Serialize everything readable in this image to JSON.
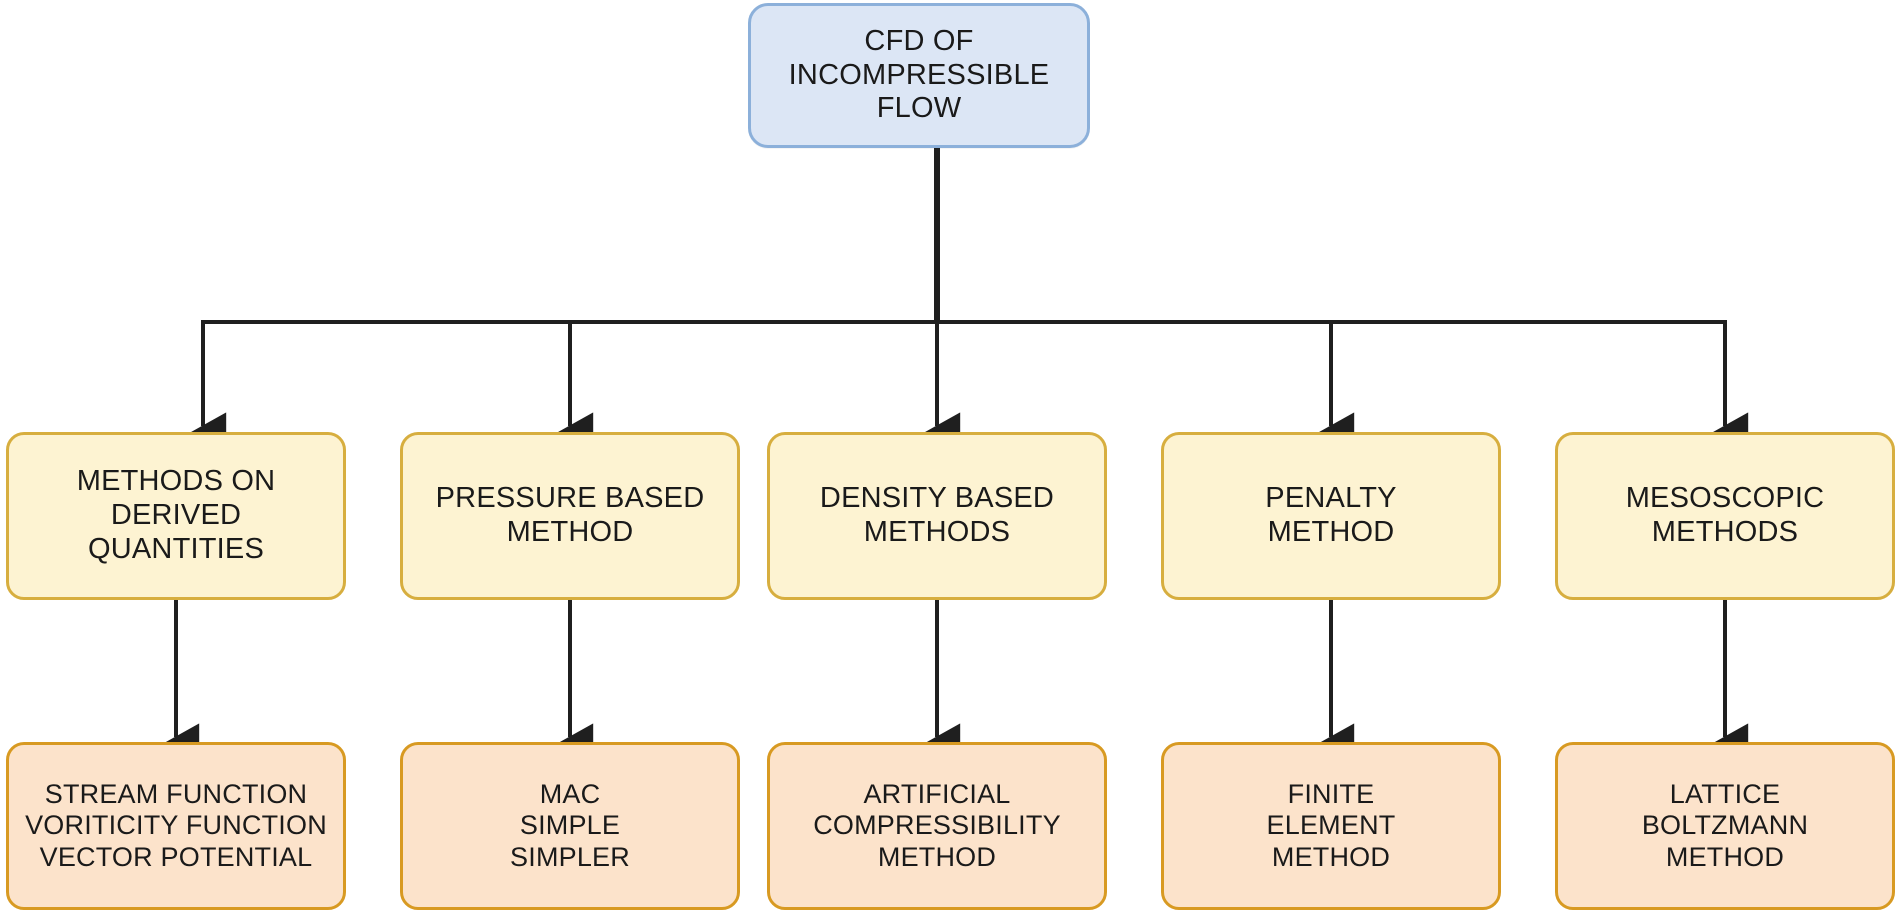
{
  "diagram": {
    "title": "CFD of Incompressible Flow methods taxonomy",
    "colors": {
      "root_fill": "#dce6f5",
      "root_border": "#8cb0da",
      "level1_fill": "#fdf3d2",
      "level1_border": "#d7ae3f",
      "level2_fill": "#fce3cb",
      "level2_border": "#d89a22",
      "connector": "#1f1f1f",
      "background": "#ffffff"
    },
    "root": {
      "label": "CFD OF\nINCOMPRESSIBLE\nFLOW"
    },
    "branches": [
      {
        "category": "METHODS ON\nDERIVED\nQUANTITIES",
        "detail": "STREAM FUNCTION\nVORITICITY FUNCTION\nVECTOR POTENTIAL"
      },
      {
        "category": "PRESSURE BASED\nMETHOD",
        "detail": "MAC\nSIMPLE\nSIMPLER"
      },
      {
        "category": "DENSITY BASED\nMETHODS",
        "detail": "ARTIFICIAL\nCOMPRESSIBILITY\nMETHOD"
      },
      {
        "category": "PENALTY\nMETHOD",
        "detail": "FINITE\nELEMENT\nMETHOD"
      },
      {
        "category": "MESOSCOPIC\nMETHODS",
        "detail": "LATTICE\nBOLTZMANN\nMETHOD"
      }
    ]
  }
}
